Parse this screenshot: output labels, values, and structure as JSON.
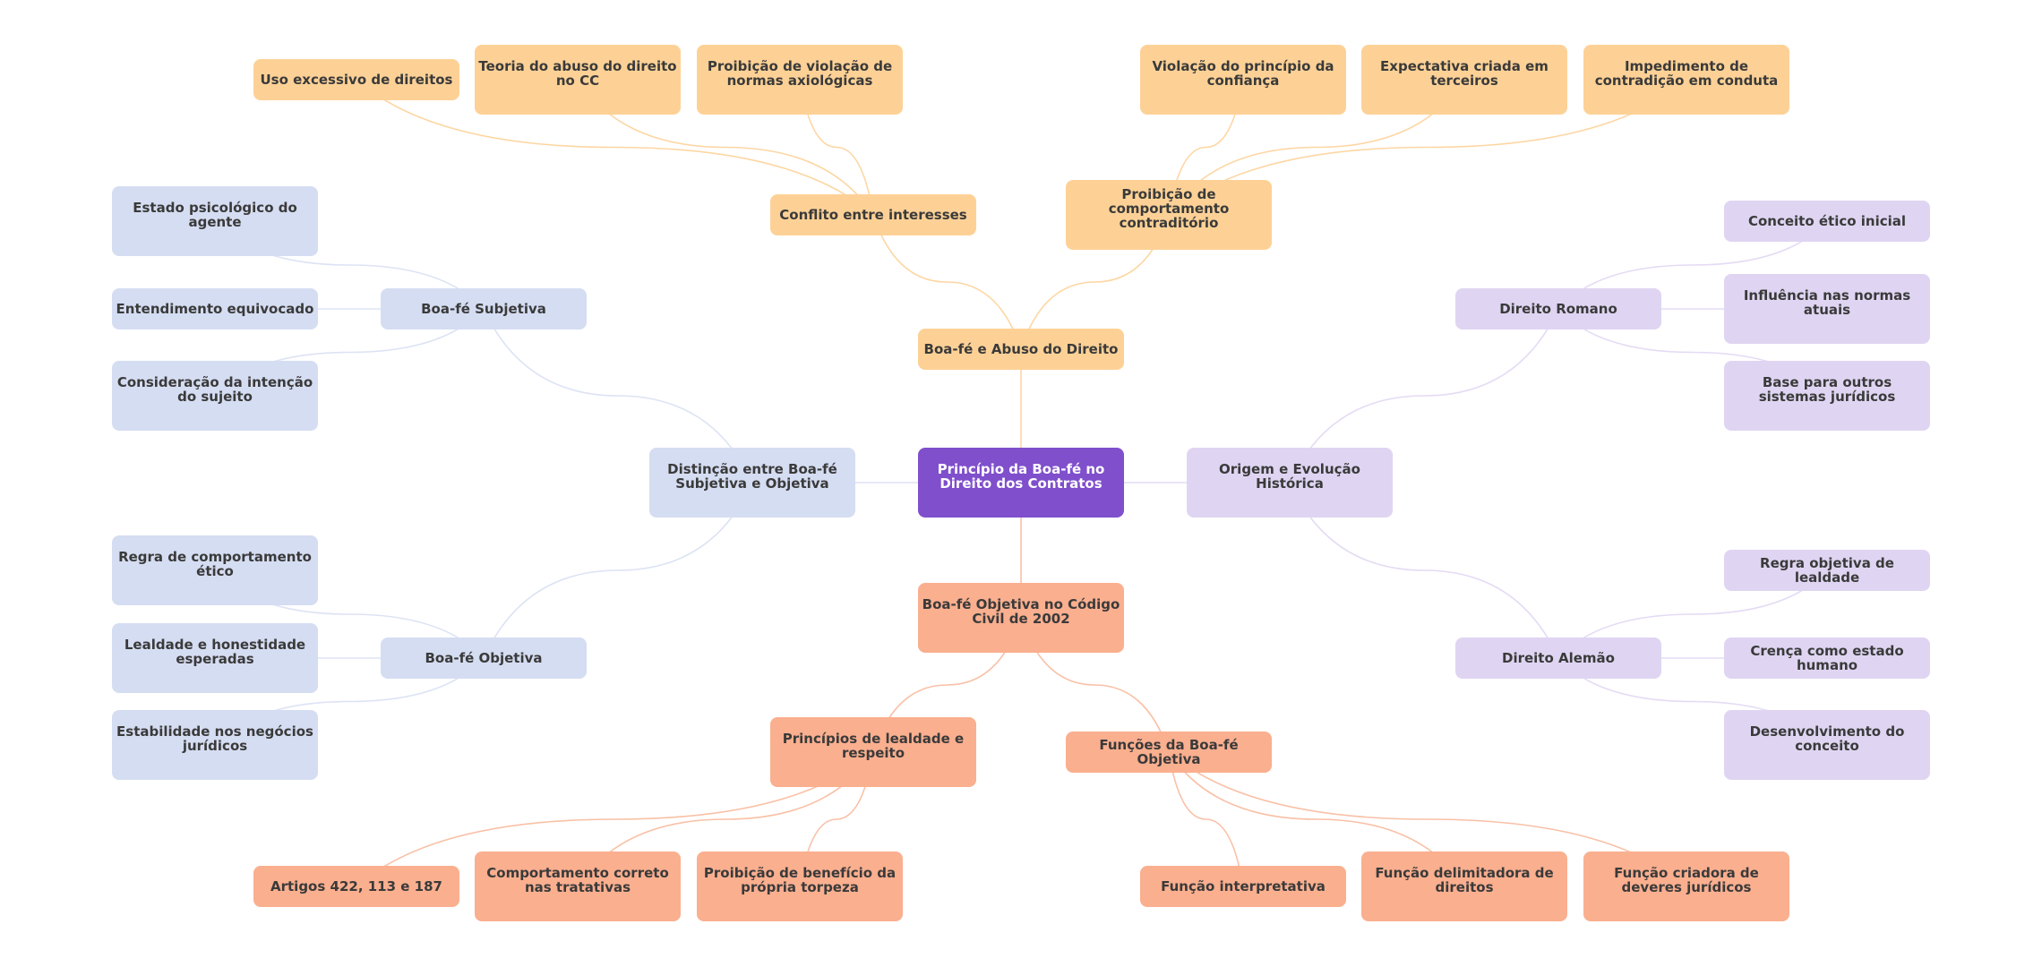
{
  "colors": {
    "root": "#7f4fcc",
    "abuse_branch": "#fdd196",
    "civil_code_branch": "#faaf8f",
    "distinction_branch": "#d5ddf2",
    "origin_branch": "#dfd5f2",
    "edge_abuse": "#fdd6a3",
    "edge_civil_code": "#f9c0a6",
    "edge_distinction": "#dde3f4",
    "edge_origin": "#e4dbf4",
    "text": "#3a3a3a",
    "root_text": "#ffffff"
  },
  "nodes": {
    "root": "Princípio da Boa-fé no Direito dos Contratos",
    "abuse": "Boa-fé e Abuso do Direito",
    "conflict": "Conflito entre interesses",
    "uso_excessivo": "Uso excessivo de direitos",
    "teoria_abuso": "Teoria do abuso do direito no CC",
    "proibicao_violacao": "Proibição de violação de normas axiológicas",
    "contraditorio": "Proibição de comportamento contraditório",
    "violacao_confianca": "Violação do princípio da confiança",
    "expectativa": "Expectativa criada em terceiros",
    "impedimento": "Impedimento de contradição em conduta",
    "distinction": "Distinção entre Boa-fé Subjetiva e Objetiva",
    "subjetiva": "Boa-fé Subjetiva",
    "estado_psicologico": "Estado psicológico do agente",
    "entendimento": "Entendimento equivocado",
    "consideracao": "Consideração da intenção do sujeito",
    "objetiva": "Boa-fé Objetiva",
    "regra_comportamento": "Regra de comportamento ético",
    "lealdade_honestidade": "Lealdade e honestidade esperadas",
    "estabilidade": "Estabilidade nos negócios jurídicos",
    "origin": "Origem e Evolução Histórica",
    "romano": "Direito Romano",
    "conceito_etico": "Conceito ético inicial",
    "influencia": "Influência nas normas atuais",
    "base_sistemas": "Base para outros sistemas jurídicos",
    "alemao": "Direito Alemão",
    "regra_objetiva": "Regra objetiva de lealdade",
    "crenca": "Crença como estado humano",
    "desenvolvimento": "Desenvolvimento do conceito",
    "civil_code": "Boa-fé Objetiva no Código Civil de 2002",
    "principios_lealdade": "Princípios de lealdade e respeito",
    "artigos": "Artigos 422, 113 e 187",
    "comportamento_correto": "Comportamento correto nas tratativas",
    "proibicao_beneficio": "Proibição de benefício da própria torpeza",
    "funcoes": "Funções da Boa-fé Objetiva",
    "funcao_interpretativa": "Função interpretativa",
    "funcao_delimitadora": "Função delimitadora de direitos",
    "funcao_criadora": "Função criadora de deveres jurídicos"
  },
  "edges": [
    [
      "root",
      "abuse"
    ],
    [
      "root",
      "civil_code"
    ],
    [
      "root",
      "distinction"
    ],
    [
      "root",
      "origin"
    ],
    [
      "abuse",
      "conflict"
    ],
    [
      "abuse",
      "contraditorio"
    ],
    [
      "conflict",
      "uso_excessivo"
    ],
    [
      "conflict",
      "teoria_abuso"
    ],
    [
      "conflict",
      "proibicao_violacao"
    ],
    [
      "contraditorio",
      "violacao_confianca"
    ],
    [
      "contraditorio",
      "expectativa"
    ],
    [
      "contraditorio",
      "impedimento"
    ],
    [
      "distinction",
      "subjetiva"
    ],
    [
      "distinction",
      "objetiva"
    ],
    [
      "subjetiva",
      "estado_psicologico"
    ],
    [
      "subjetiva",
      "entendimento"
    ],
    [
      "subjetiva",
      "consideracao"
    ],
    [
      "objetiva",
      "regra_comportamento"
    ],
    [
      "objetiva",
      "lealdade_honestidade"
    ],
    [
      "objetiva",
      "estabilidade"
    ],
    [
      "origin",
      "romano"
    ],
    [
      "origin",
      "alemao"
    ],
    [
      "romano",
      "conceito_etico"
    ],
    [
      "romano",
      "influencia"
    ],
    [
      "romano",
      "base_sistemas"
    ],
    [
      "alemao",
      "regra_objetiva"
    ],
    [
      "alemao",
      "crenca"
    ],
    [
      "alemao",
      "desenvolvimento"
    ],
    [
      "civil_code",
      "principios_lealdade"
    ],
    [
      "civil_code",
      "funcoes"
    ],
    [
      "principios_lealdade",
      "artigos"
    ],
    [
      "principios_lealdade",
      "comportamento_correto"
    ],
    [
      "principios_lealdade",
      "proibicao_beneficio"
    ],
    [
      "funcoes",
      "funcao_interpretativa"
    ],
    [
      "funcoes",
      "funcao_delimitadora"
    ],
    [
      "funcoes",
      "funcao_criadora"
    ]
  ]
}
